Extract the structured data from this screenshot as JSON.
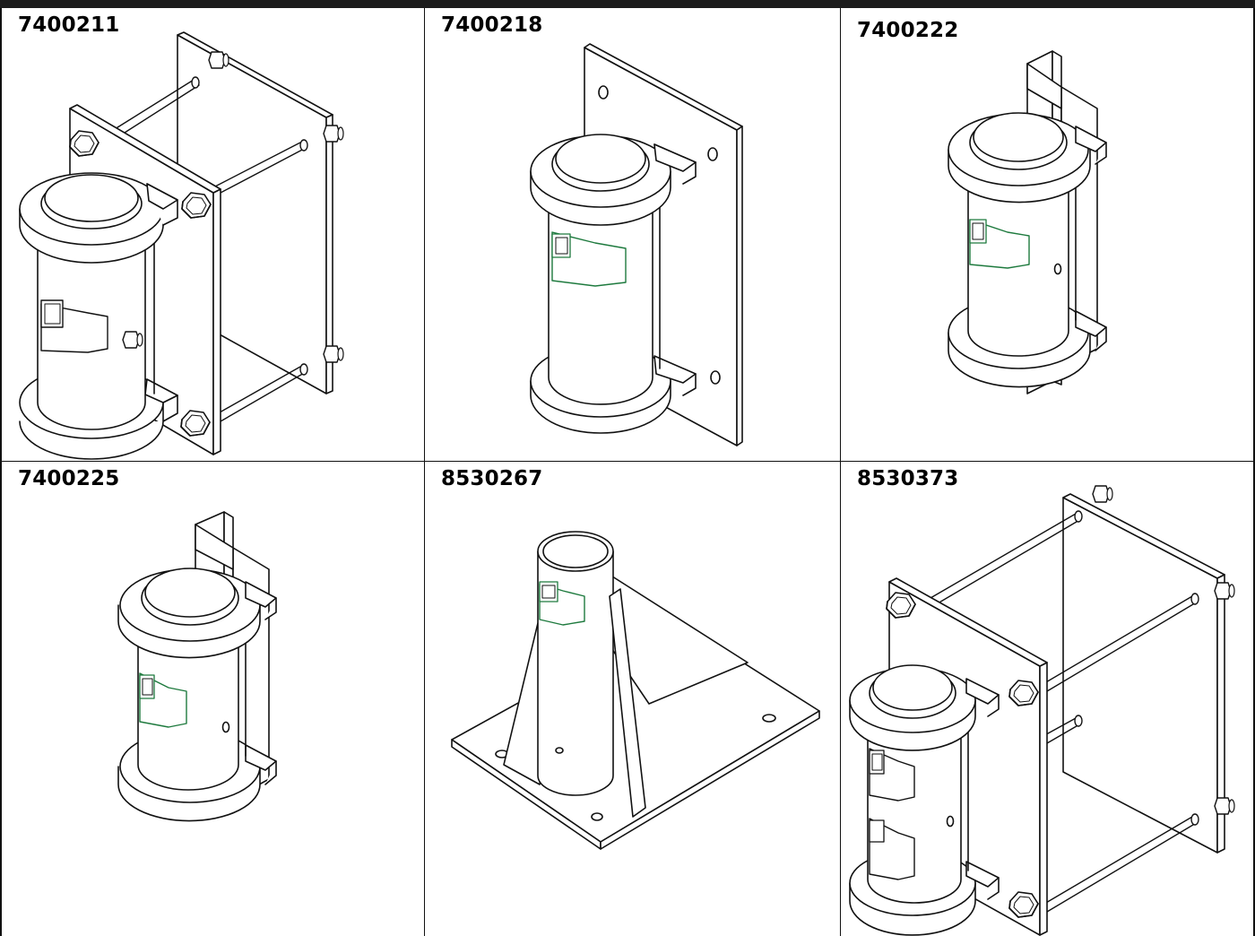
{
  "header": {
    "title_fragment": ""
  },
  "products": [
    {
      "part_number": "7400211",
      "icon": "socket-mount-bolt-on-clamp-icon"
    },
    {
      "part_number": "7400218",
      "icon": "socket-mount-wall-plate-icon"
    },
    {
      "part_number": "7400222",
      "icon": "socket-mount-weld-on-channel-icon"
    },
    {
      "part_number": "7400225",
      "icon": "socket-mount-weld-on-channel-icon"
    },
    {
      "part_number": "8530267",
      "icon": "socket-mount-gusseted-floor-base-icon"
    },
    {
      "part_number": "8530373",
      "icon": "socket-mount-large-bolt-on-clamp-icon"
    }
  ],
  "colors": {
    "line": "#111111",
    "label_accent": "#1e7a3e",
    "header_bar": "#1c1c1c"
  }
}
